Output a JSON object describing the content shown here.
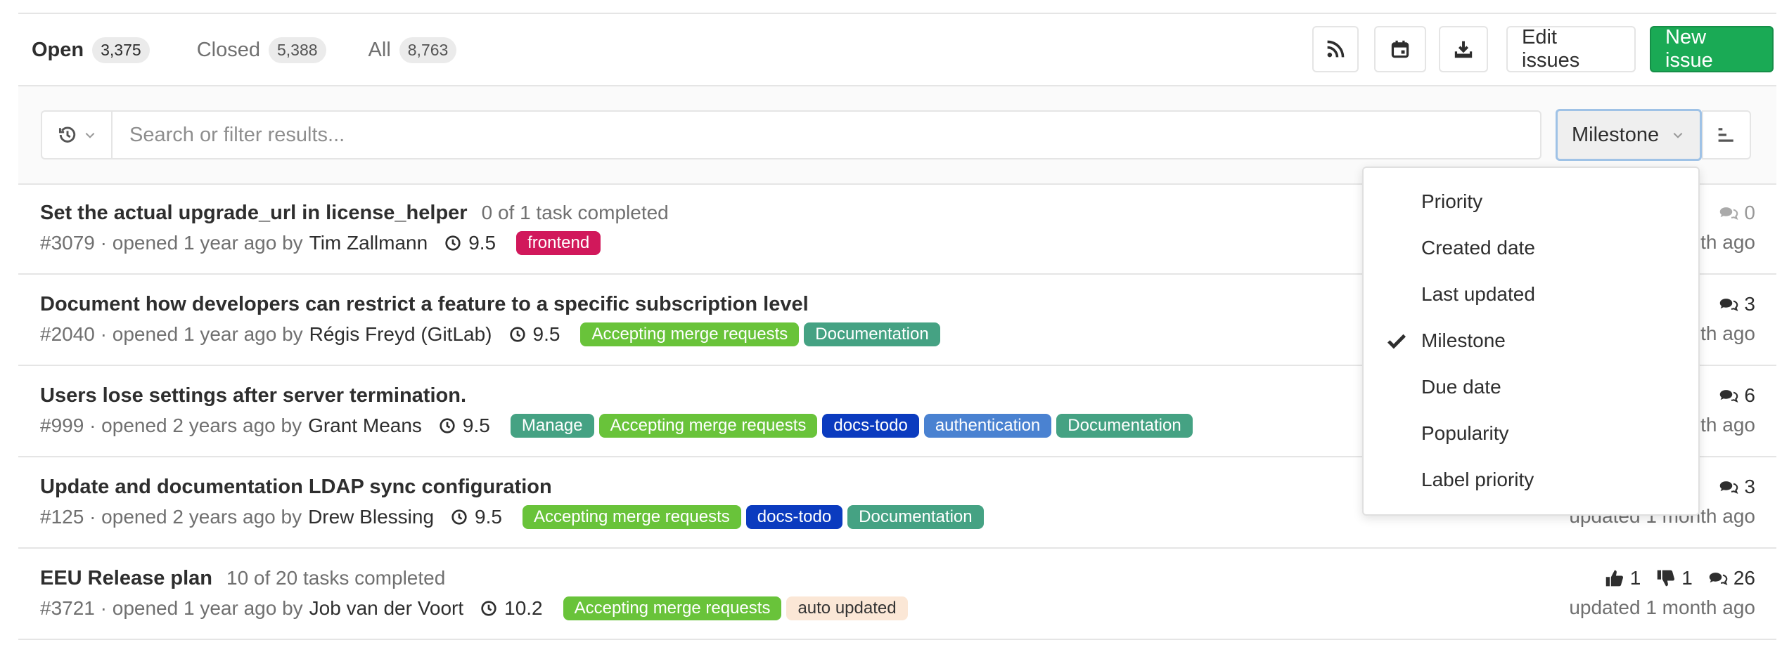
{
  "tabs": [
    {
      "label": "Open",
      "count": "3,375"
    },
    {
      "label": "Closed",
      "count": "5,388"
    },
    {
      "label": "All",
      "count": "8,763"
    }
  ],
  "actions": {
    "edit_issues": "Edit issues",
    "new_issue": "New issue",
    "rss_icon": "rss-icon",
    "calendar_icon": "calendar-icon",
    "download_icon": "download-icon"
  },
  "filter": {
    "placeholder": "Search or filter results...",
    "sort_selected": "Milestone"
  },
  "sort_options": [
    "Priority",
    "Created date",
    "Last updated",
    "Milestone",
    "Due date",
    "Popularity",
    "Label priority"
  ],
  "issues": [
    {
      "title": "Set the actual upgrade_url in license_helper",
      "tasks": "0 of 1 task completed",
      "ref": "#3079",
      "opened": "· opened 1 year ago by",
      "author": "Tim Zallmann",
      "milestone": "9.5",
      "labels": [
        {
          "text": "frontend",
          "color": "#d1185b"
        }
      ],
      "comments": "0",
      "updated": "updated 1 month ago"
    },
    {
      "title": "Document how developers can restrict a feature to a specific subscription level",
      "tasks": "",
      "ref": "#2040",
      "opened": "· opened 1 year ago by",
      "author": "Régis Freyd (GitLab)",
      "milestone": "9.5",
      "labels": [
        {
          "text": "Accepting merge requests",
          "color": "#69c33a"
        },
        {
          "text": "Documentation",
          "color": "#45a283"
        }
      ],
      "comments": "3",
      "updated": "updated 1 month ago"
    },
    {
      "title": "Users lose settings after server termination.",
      "tasks": "",
      "ref": "#999",
      "opened": "· opened 2 years ago by",
      "author": "Grant Means",
      "milestone": "9.5",
      "labels": [
        {
          "text": "Manage",
          "color": "#45a283"
        },
        {
          "text": "Accepting merge requests",
          "color": "#69c33a"
        },
        {
          "text": "docs-todo",
          "color": "#0b3bbf"
        },
        {
          "text": "authentication",
          "color": "#4a82d1"
        },
        {
          "text": "Documentation",
          "color": "#45a283"
        }
      ],
      "comments": "6",
      "updated": "updated 1 month ago"
    },
    {
      "title": "Update and documentation LDAP sync configuration",
      "tasks": "",
      "ref": "#125",
      "opened": "· opened 2 years ago by",
      "author": "Drew Blessing",
      "milestone": "9.5",
      "labels": [
        {
          "text": "Accepting merge requests",
          "color": "#69c33a"
        },
        {
          "text": "docs-todo",
          "color": "#0b3bbf"
        },
        {
          "text": "Documentation",
          "color": "#45a283"
        }
      ],
      "comments": "3",
      "updated": "updated 1 month ago"
    },
    {
      "title": "EEU Release plan",
      "tasks": "10 of 20 tasks completed",
      "ref": "#3721",
      "opened": "· opened 1 year ago by",
      "author": "Job van der Voort",
      "milestone": "10.2",
      "labels": [
        {
          "text": "Accepting merge requests",
          "color": "#69c33a"
        },
        {
          "text": "auto updated",
          "color": "#fbe7d6",
          "text_color": "#333333"
        }
      ],
      "upvotes": "1",
      "downvotes": "1",
      "comments": "26",
      "updated": "updated 1 month ago"
    }
  ],
  "colors": {
    "active_tab_underline": "#db3b21",
    "primary_button": "#1aaa55",
    "sort_focus_border": "#9fc2e6"
  }
}
